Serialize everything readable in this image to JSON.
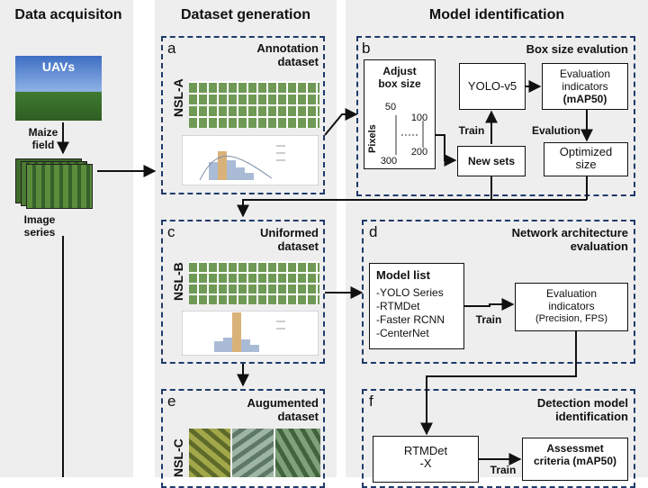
{
  "columns": {
    "acquisition": "Data acquisiton",
    "generation": "Dataset generation",
    "identification": "Model identification"
  },
  "acq": {
    "uavs": "UAVs",
    "field_line1": "Maize",
    "field_line2": "field",
    "image_line1": "Image",
    "image_line2": "series"
  },
  "panel_a": {
    "letter": "a",
    "title_line1": "Annotation",
    "title_line2": "dataset",
    "set_label": "NSL-A"
  },
  "panel_b": {
    "letter": "b",
    "title": "Box size evalution",
    "adjust_line1": "Adjust",
    "adjust_line2": "box size",
    "pixels": "Pixels",
    "tick_50": "50",
    "tick_300": "300",
    "tick_100": "100",
    "tick_200": "200",
    "yolo": "YOLO-v5",
    "eval_line1": "Evaluation",
    "eval_line2": "indicators",
    "eval_line3": "(mAP50)",
    "train": "Train",
    "evalution": "Evalution",
    "new_sets": "New sets",
    "opt_line1": "Optimized",
    "opt_line2": "size"
  },
  "panel_c": {
    "letter": "c",
    "title_line1": "Uniformed",
    "title_line2": "dataset",
    "set_label": "NSL-B"
  },
  "panel_d": {
    "letter": "d",
    "title_line1": "Network architecture",
    "title_line2": "evaluation",
    "model_list": "Model list",
    "models": [
      "-YOLO Series",
      "-RTMDet",
      "-Faster RCNN",
      "-CenterNet"
    ],
    "train": "Train",
    "eval_line1": "Evaluation",
    "eval_line2": "indicators",
    "eval_line3": "(Precision, FPS)"
  },
  "panel_e": {
    "letter": "e",
    "title_line1": "Augumented",
    "title_line2": "dataset",
    "set_label": "NSL-C"
  },
  "panel_f": {
    "letter": "f",
    "title_line1": "Detection model",
    "title_line2": "identification",
    "rtm_line1": "RTMDet",
    "rtm_line2": "-X",
    "assess_line1": "Assessmet",
    "assess_line2": "criteria (mAP50)",
    "train": "Train"
  },
  "colors": {
    "dash": "#1f3a6b",
    "column_bg": "#eeeeee",
    "sky": "#4a78c8",
    "field": "#3f7a2f",
    "leaf": "#5d8a45"
  }
}
